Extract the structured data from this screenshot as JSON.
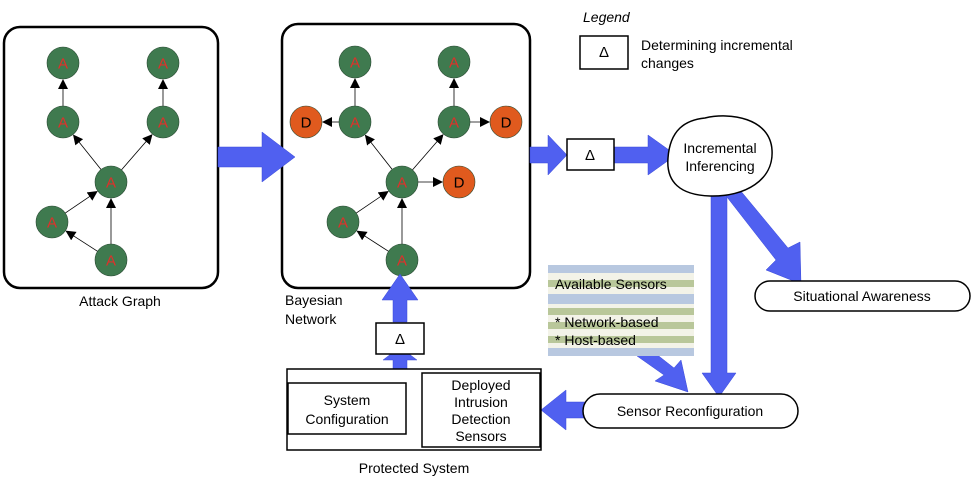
{
  "colors": {
    "attack_node_fill": "#3f7a4f",
    "attack_node_text": "#e0302a",
    "defense_node_fill": "#e05a1e",
    "defense_node_text": "#000000",
    "flow_arrow": "#5060f0",
    "edge": "#000000"
  },
  "legend": {
    "title": "Legend",
    "symbol": "Δ",
    "description_line1": "Determining incremental",
    "description_line2": "changes"
  },
  "attack_graph": {
    "caption": "Attack Graph",
    "node_label": "A"
  },
  "bayesian_network": {
    "caption_line1": "Bayesian",
    "caption_line2": "Network",
    "attack_label": "A",
    "defense_label": "D"
  },
  "delta_symbol": "Δ",
  "incremental_inferencing": {
    "line1": "Incremental",
    "line2": "Inferencing"
  },
  "situational_awareness": "Situational Awareness",
  "available_sensors": {
    "title": "Available Sensors",
    "items": [
      "* Network-based",
      "* Host-based"
    ]
  },
  "sensor_reconfiguration": "Sensor Reconfiguration",
  "protected_system": {
    "caption": "Protected System",
    "system_configuration_line1": "System",
    "system_configuration_line2": "Configuration",
    "ids_lines": [
      "Deployed",
      "Intrusion",
      "Detection",
      "Sensors"
    ]
  }
}
